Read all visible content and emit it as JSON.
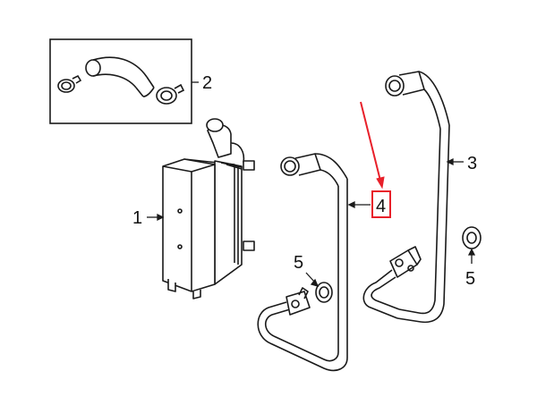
{
  "diagram": {
    "callouts": [
      {
        "id": "1",
        "label": "1"
      },
      {
        "id": "2",
        "label": "2"
      },
      {
        "id": "3",
        "label": "3"
      },
      {
        "id": "4",
        "label": "4",
        "highlighted": true
      },
      {
        "id": "5a",
        "label": "5"
      },
      {
        "id": "5b",
        "label": "5"
      }
    ],
    "colors": {
      "line": "#1a1a1a",
      "highlight": "#e8202a",
      "background": "#ffffff"
    }
  }
}
